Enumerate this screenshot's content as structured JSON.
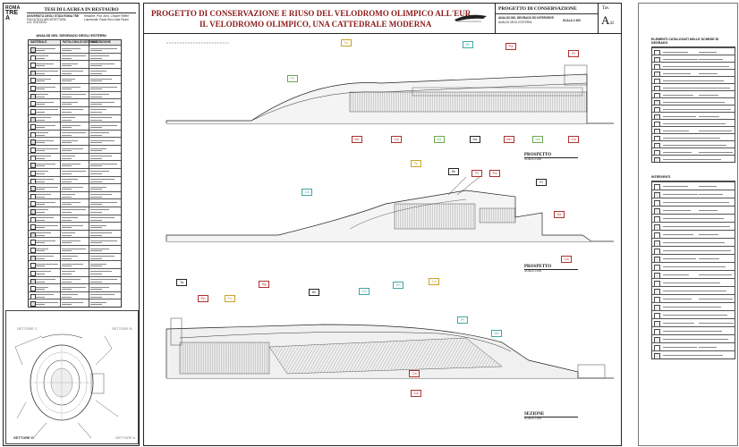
{
  "left_panel": {
    "logo_lines": [
      "ROMA",
      "TRE",
      "A"
    ],
    "thesis_label": "TESI DI LAUREA IN RESTAURO",
    "university_lines": [
      "UNIVERSITÀ DEGLI STUDI ROMA TRE",
      "FACOLTÀ DI ARCHITETTURA",
      "A.A. 2012/2013"
    ],
    "advisor_lines": [
      "Relatore: Prof. Arch. Cesare Feiffer",
      "Laureanda: Paola Rosi Gaia Pisani"
    ],
    "analysis_title": "ANALISI DEL DEGRADO DEGLI ESTERNI",
    "analysis_headers": [
      "MATERIALE",
      "PATOLOGIA DI DEGRADO",
      "DESCRIZIONE"
    ],
    "map_labels": [
      "SETTORE C",
      "SETTORE B",
      "SETTORE D",
      "SETTORE A"
    ]
  },
  "header": {
    "title_line1": "PROGETTO DI CONSERVAZIONE E RIUSO DEL VELODROMO OLIMPICO ALL'EUR",
    "title_line2": "IL VELODROMO OLIMPICO, UNA CATTEDRALE MODERNA",
    "section_label": "PROGETTO DI CONSERVAZIONE",
    "sub_label_1": "ANALISI DEL DEGRADO ED INTERVENTI",
    "sub_label_2": "ANALISI DEGLI ESTERNI",
    "scale_label": "SCALA 1:200",
    "tav_label": "Tav.",
    "tav_number": "A",
    "tav_sub": "42"
  },
  "drawings": {
    "elevation_1": {
      "title": "PROSPETTO",
      "scale": "SCALA 1:200"
    },
    "elevation_2": {
      "title": "PROSPETTO",
      "scale": "SCALA 1:200"
    },
    "section_3": {
      "title": "SEZIONE",
      "scale": "SCALA 1:200"
    },
    "tags_1": [
      "Sc",
      "Pa",
      "Pi",
      "Xn",
      "Pi",
      "De",
      "Ca",
      "Ds",
      "Ds",
      "In",
      "De",
      "Ca",
      "Mn",
      "Ca"
    ],
    "tags_2": [
      "Pp",
      "Br",
      "Pi",
      "Pa",
      "Pi",
      "Ca",
      "De",
      "Ca"
    ],
    "tags_3": [
      "Ta",
      "Pp",
      "Pa",
      "Sg",
      "Br",
      "Ca",
      "Vn",
      "Ca",
      "Pi",
      "Ds",
      "Ca",
      "Ca"
    ]
  },
  "right_panel": {
    "legend_title_1": "ELEMENTI CATALOGATI NELLE SCHEDE DI DEGRADO",
    "legend_title_2": "INTERVENTI"
  },
  "colors": {
    "accent_red": "#8b1a1a",
    "tag_red": "#b0302e",
    "tag_green": "#6aa84f",
    "tag_teal": "#3fa7a3",
    "tag_yellow": "#c9a227",
    "tag_black": "#222222"
  }
}
